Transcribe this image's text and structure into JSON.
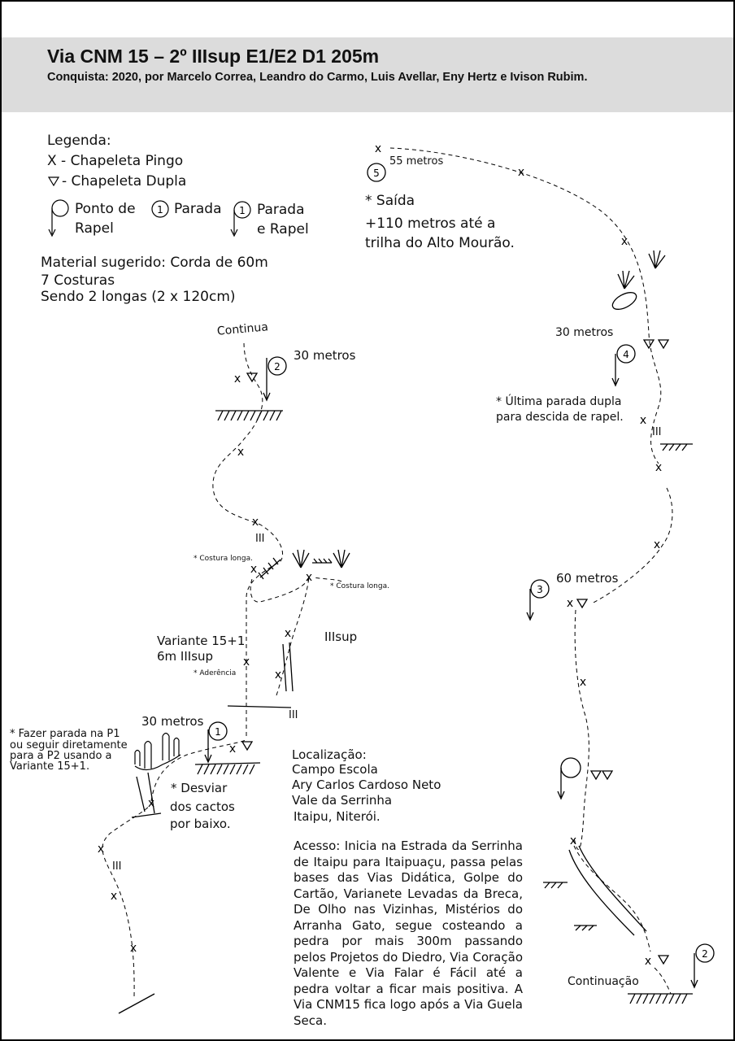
{
  "header": {
    "title": "Via CNM 15 – 2º IIIsup E1/E2 D1 205m",
    "subtitle": "Conquista: 2020, por Marcelo Correa, Leandro do Carmo, Luis Avellar, Eny Hertz e Ivison Rubim."
  },
  "legend": {
    "title": "Legenda:",
    "single_bolt": "X - Chapeleta Pingo",
    "double_bolt": "- Chapeleta Dupla",
    "rappel_point_l1": "Ponto de",
    "rappel_point_l2": "Rapel",
    "stop": "Parada",
    "stop_rappel_l1": "Parada",
    "stop_rappel_l2": "e Rapel",
    "symbol_num": "1"
  },
  "material": {
    "line1": "Material sugerido: Corda de 60m",
    "line2": "7 Costuras",
    "line3": "Sendo 2 longas (2 x 120cm)"
  },
  "topo": {
    "bolt_mark": "x",
    "continua": "Continua",
    "continuacao": "Continuação",
    "stops": [
      {
        "num": "1",
        "distance": "30 metros"
      },
      {
        "num": "2",
        "distance": "30 metros"
      },
      {
        "num": "3",
        "distance": "60 metros"
      },
      {
        "num": "4",
        "distance": "30 metros"
      },
      {
        "num": "5",
        "distance": "55 metros"
      }
    ],
    "continuation_stop": "2",
    "grade_labels": [
      "III",
      "III",
      "III",
      "III"
    ],
    "iiisup": "IIIsup",
    "costura_longa": "* Costura longa.",
    "variante_l1": "Variante 15+1",
    "variante_l2": "6m IIIsup",
    "aderencia": "* Aderência",
    "p1_note_l1": "* Fazer parada na P1",
    "p1_note_l2": "ou seguir diretamente",
    "p1_note_l3": "para a P2 usando a",
    "p1_note_l4": "Variante 15+1.",
    "cactos_l1": "*  Desviar",
    "cactos_l2": "dos cactos",
    "cactos_l3": "por baixo.",
    "ultima_l1": "* Última parada dupla",
    "ultima_l2": "para descida de rapel.",
    "saida": "* Saída",
    "trilha_l1": "+110  metros  até  a",
    "trilha_l2": "trilha do Alto Mourão."
  },
  "location": {
    "title": "Localização:",
    "line1": "Campo Escola",
    "line2": "Ary Carlos Cardoso Neto",
    "line3": "Vale da Serrinha",
    "line4": "Itaipu, Niterói."
  },
  "access": {
    "text": "Acesso: Inicia na Estrada da Serrinha de Itaipu para Itaipuaçu, passa pelas bases das Vias Didática, Golpe do Cartão, Varianete Levadas da Breca, De Olho nas Vizinhas, Mistérios do Arranha Gato, segue costeando a pedra por mais 300m passando pelos Projetos do Diedro, Via Coração Valente e Via Falar é Fácil até a pedra voltar a ficar mais positiva. A Via CNM15 fica logo após a Via Guela Seca."
  }
}
